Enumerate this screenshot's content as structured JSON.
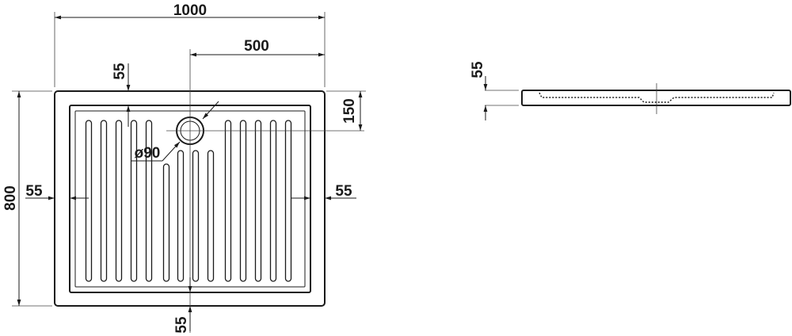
{
  "drawing": {
    "top_view": {
      "width_label": "1000",
      "half_width_label": "500",
      "height_label": "800",
      "drain_offset_label": "150",
      "drain_diameter_label": "ø90",
      "margin_top_label": "55",
      "margin_left_label": "55",
      "margin_right_label": "55",
      "margin_bottom_label": "55"
    },
    "side_view": {
      "height_label": "55"
    }
  }
}
